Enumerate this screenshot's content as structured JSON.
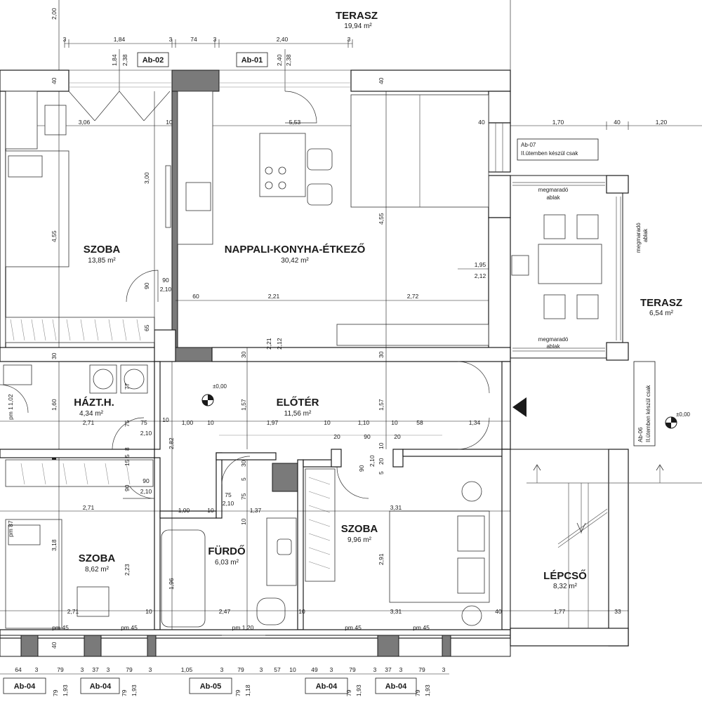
{
  "rooms": {
    "terasz_top": {
      "name": "TERASZ",
      "area": "19,94 m²"
    },
    "szoba_nw": {
      "name": "SZOBA",
      "area": "13,85 m²"
    },
    "nappali": {
      "name": "NAPPALI-KONYHA-ÉTKEZŐ",
      "area": "30,42 m²"
    },
    "terasz_east": {
      "name": "TERASZ",
      "area": "6,54 m²"
    },
    "haztartasi": {
      "name": "HÁZT.H.",
      "area": "4,34 m²"
    },
    "eloter": {
      "name": "ELŐTÉR",
      "area": "11,56 m²"
    },
    "szoba_sw": {
      "name": "SZOBA",
      "area": "8,62 m²"
    },
    "furdo": {
      "name": "FÜRDŐ",
      "area": "6,03 m²"
    },
    "szoba_s": {
      "name": "SZOBA",
      "area": "9,96 m²"
    },
    "lepcso": {
      "name": "LÉPCSŐ",
      "area": "8,32 m²"
    }
  },
  "tags": {
    "ab02": "Ab-02",
    "ab01": "Ab-01",
    "ab07": "Ab-07",
    "ab07_note": "II.ütemben készül csak",
    "ab06": "Ab-06",
    "ab06_note": "II.ütemben készül csak",
    "ab04a": "Ab-04",
    "ab04b": "Ab-04",
    "ab05": "Ab-05",
    "ab04c": "Ab-04",
    "ab04d": "Ab-04"
  },
  "notes": {
    "megmarado_top": "megmaradó",
    "ablak_top": "ablak",
    "megmarado_bot": "megmaradó",
    "ablak_bot": "ablak",
    "megmarado_side": "megmaradó",
    "ablak_side": "ablak",
    "level_a": "±0,00",
    "level_b": "±0,00"
  },
  "dims_top": {
    "d1": "3",
    "d2": "1,84",
    "d3": "3",
    "d4": "74",
    "d5": "3",
    "d6": "2,40",
    "d7": "3",
    "h1": "1,84",
    "h2": "2,38",
    "h3": "2,40",
    "h4": "2,38",
    "left_top": "2,00"
  },
  "dims_row1": {
    "a": "40",
    "b": "3,06",
    "c": "10",
    "d": "5,53",
    "e": "40",
    "f": "1,70",
    "g": "40",
    "h": "1,20",
    "wall40a": "40",
    "wall40b": "40"
  },
  "dims_mid": {
    "v455a": "4,55",
    "v300": "3,00",
    "v455b": "4,55",
    "door90": "90",
    "door210": "2,10",
    "r60": "60",
    "r221": "2,21",
    "r272": "2,72",
    "v65": "65",
    "v30a": "30",
    "v30b": "30",
    "v221": "2,21",
    "v212": "2,12",
    "w195": "1,95",
    "w212": "2,12"
  },
  "dims_hall": {
    "v102": "1,02",
    "v160": "1,60",
    "pm1": "pm 1",
    "v77": "77",
    "h271": "2,71",
    "h75": "75",
    "h10a": "10",
    "h100": "1,00",
    "h10b": "10",
    "h197": "1,97",
    "h10c": "10",
    "h110": "1,10",
    "h10d": "10",
    "h58": "58",
    "h134": "1,34",
    "v157a": "1,57",
    "v157b": "1,57",
    "d75": "75",
    "d210": "2,10",
    "v282": "2,82",
    "h20a": "20",
    "h90": "90",
    "h20b": "20"
  },
  "dims_lower": {
    "v8": "8",
    "v5a": "5",
    "v15": "15",
    "v5b": "5",
    "d90": "90",
    "d210": "2,10",
    "h271": "2,71",
    "h100": "1,00",
    "h10": "10",
    "h137": "1,37",
    "h331": "3,31",
    "v30": "30",
    "v5c": "5",
    "v75a": "75",
    "d75": "75",
    "d210b": "2,10",
    "v75b": "75",
    "v10a": "10",
    "v5d": "5",
    "v90": "90",
    "v210": "2,10",
    "v10b": "10",
    "v20": "20",
    "v5e": "5",
    "pm87": "pm 87",
    "v318": "3,18",
    "v223": "2,23",
    "v196": "1,96",
    "v291": "2,91"
  },
  "dims_bottom": {
    "h271": "2,71",
    "h10a": "10",
    "h247": "2,47",
    "h10b": "10",
    "h331": "3,31",
    "h40": "40",
    "h177": "1,77",
    "h33": "33",
    "pm45a": "pm 45",
    "pm45b": "pm 45",
    "pm120": "pm 1,20",
    "pm45c": "pm 45",
    "pm45d": "pm 45",
    "w40": "40",
    "b64": "64",
    "b3a": "3",
    "b79a": "79",
    "b3b": "3",
    "b37a": "37",
    "b3c": "3",
    "b79b": "79",
    "b3d": "3",
    "b105": "1,05",
    "b3e": "3",
    "b79c": "79",
    "b3f": "3",
    "b57": "57",
    "b10": "10",
    "b49": "49",
    "b3g": "3",
    "b79d": "79",
    "b3h": "3",
    "b37b": "37",
    "b3i": "3",
    "b79e": "79",
    "b3j": "3",
    "v79a": "79",
    "v193a": "1,93",
    "v79b": "79",
    "v193b": "1,93",
    "v79c": "79",
    "v118": "1,18",
    "v79d": "79",
    "v193c": "1,93",
    "v79e": "79",
    "v193d": "1,93"
  }
}
